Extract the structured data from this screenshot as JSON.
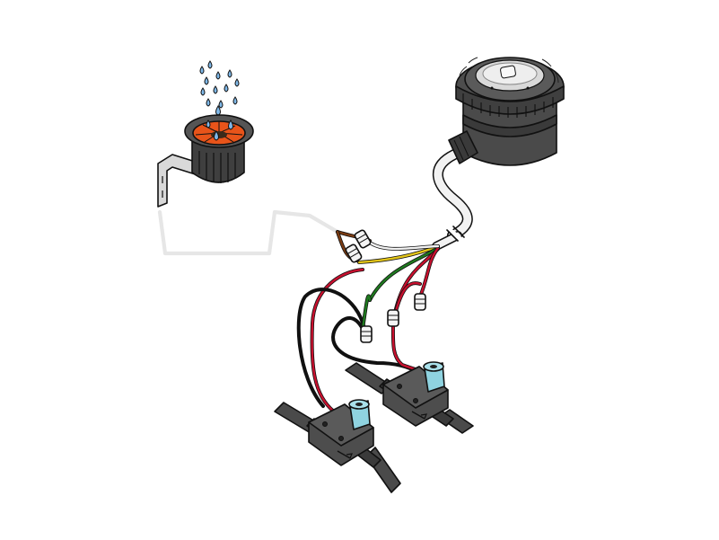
{
  "diagram": {
    "components": [
      {
        "id": "rain-sensor",
        "icon": "rain-sensor-icon"
      },
      {
        "id": "controller",
        "icon": "battery-controller-icon"
      },
      {
        "id": "valve-1",
        "icon": "solenoid-valve-icon"
      },
      {
        "id": "valve-2",
        "icon": "solenoid-valve-icon"
      }
    ],
    "wire_colors": {
      "red": "#c8102e",
      "black": "#111111",
      "green": "#1f7a1f",
      "yellow": "#e3c51a",
      "brown": "#7a3b12",
      "gray_cable": "#e6e6e6"
    },
    "colors": {
      "controller_body": "#4a4a4a",
      "controller_ring": "#3a3a3a",
      "sensor_disc": "#e8541a",
      "valve_body": "#4d4d4d",
      "solenoid_cap": "#8fd3e0",
      "water_drop": "#7fb8e8",
      "bracket": "#d9d9d9"
    }
  }
}
